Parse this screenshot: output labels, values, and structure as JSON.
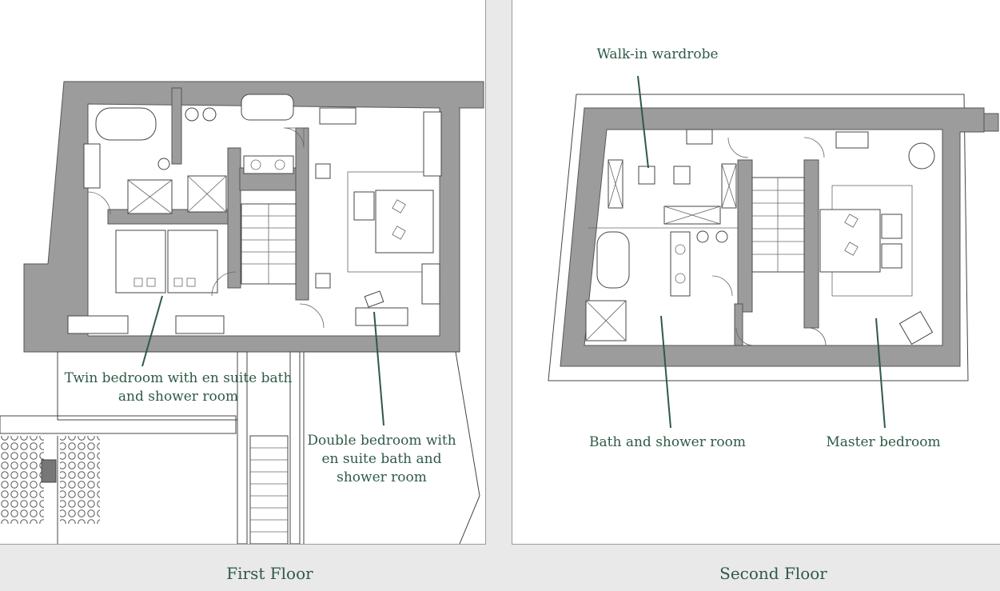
{
  "floors": [
    {
      "caption": "First Floor",
      "rooms": [
        {
          "label": "Twin bedroom with en suite bath\nand shower room"
        },
        {
          "label": "Double bedroom with\nen suite bath and\nshower room"
        }
      ]
    },
    {
      "caption": "Second Floor",
      "rooms": [
        {
          "label": "Walk-in wardrobe"
        },
        {
          "label": "Bath and shower room"
        },
        {
          "label": "Master bedroom"
        }
      ]
    }
  ]
}
